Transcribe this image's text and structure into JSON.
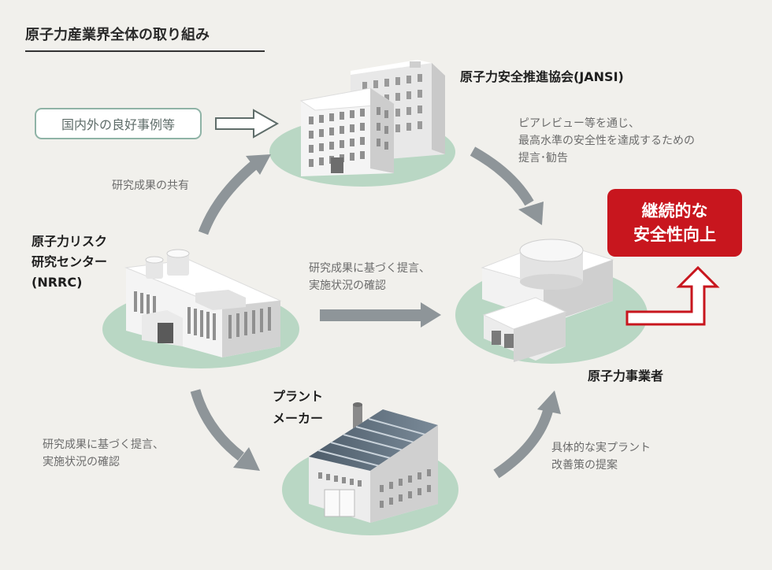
{
  "title": "原子力産業界全体の取り組み",
  "good_practices": "国内外の良好事例等",
  "jansi": {
    "name": "原子力安全推進協会(JANSI)",
    "to_operators_lines": [
      "ピアレビュー等を通じ、",
      "最高水準の安全性を達成するための",
      "提言･勧告"
    ]
  },
  "nrrc": {
    "name_lines": [
      "原子力リスク",
      "研究センター",
      "(NRRC)"
    ],
    "share_note": "研究成果の共有",
    "to_operators_lines": [
      "研究成果に基づく提言、",
      "実施状況の確認"
    ],
    "to_makers_lines": [
      "研究成果に基づく提言、",
      "実施状況の確認"
    ]
  },
  "maker": {
    "name_lines": [
      "プラント",
      "メーカー"
    ],
    "to_operators_lines": [
      "具体的な実プラント",
      "改善策の提案"
    ]
  },
  "operators": {
    "name": "原子力事業者"
  },
  "goal_lines": [
    "継続的な",
    "安全性向上"
  ],
  "colors": {
    "background": "#f1f0ec",
    "arrow": "#8e9599",
    "ground": "#b9d7c4",
    "goal": "#c8161e",
    "goal_arrow": "#c8161e",
    "box_border": "#8fb3a6"
  }
}
